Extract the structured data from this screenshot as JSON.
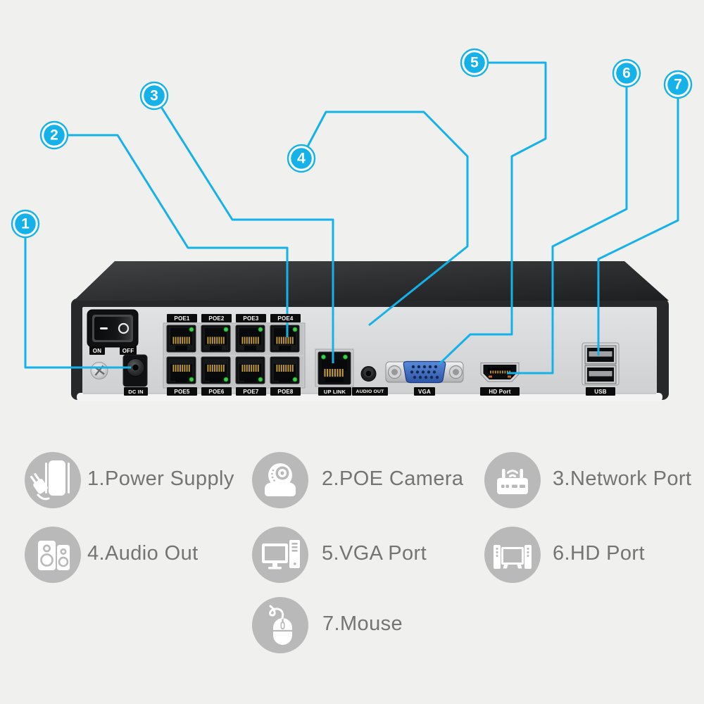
{
  "colors": {
    "accent": "#15b2e9",
    "background": "#f0f0ef",
    "legend_circle": "#b9b9b9",
    "legend_text": "#747474",
    "led_green": "#3ecf4a"
  },
  "callouts": [
    {
      "number": "1",
      "points_to": "DC IN"
    },
    {
      "number": "2",
      "points_to": "POE4"
    },
    {
      "number": "3",
      "points_to": "UP LINK"
    },
    {
      "number": "4",
      "points_to": "AUDIO OUT"
    },
    {
      "number": "5",
      "points_to": "VGA"
    },
    {
      "number": "6",
      "points_to": "HD Port"
    },
    {
      "number": "7",
      "points_to": "USB"
    }
  ],
  "device": {
    "power_switch": {
      "on": "ON",
      "off": "OFF"
    },
    "dc_in_label": "DC IN",
    "poe_labels_top": [
      "POE1",
      "POE2",
      "POE3",
      "POE4"
    ],
    "poe_labels_bottom": [
      "POE5",
      "POE6",
      "POE7",
      "POE8"
    ],
    "uplink_label": "UP LINK",
    "audio_out_label": "AUDIO OUT",
    "vga_label": "VGA",
    "hd_port_label": "HD Port",
    "usb_label": "USB"
  },
  "legend": {
    "items": [
      {
        "number": "1",
        "label": "1.Power Supply",
        "icon": "power-supply-icon"
      },
      {
        "number": "2",
        "label": "2.POE Camera",
        "icon": "dome-camera-icon"
      },
      {
        "number": "3",
        "label": "3.Network Port",
        "icon": "router-icon"
      },
      {
        "number": "4",
        "label": "4.Audio Out",
        "icon": "speakers-icon"
      },
      {
        "number": "5",
        "label": "5.VGA Port",
        "icon": "desktop-computer-icon"
      },
      {
        "number": "6",
        "label": "6.HD Port",
        "icon": "tv-home-theater-icon"
      },
      {
        "number": "7",
        "label": "7.Mouse",
        "icon": "mouse-icon"
      }
    ]
  }
}
